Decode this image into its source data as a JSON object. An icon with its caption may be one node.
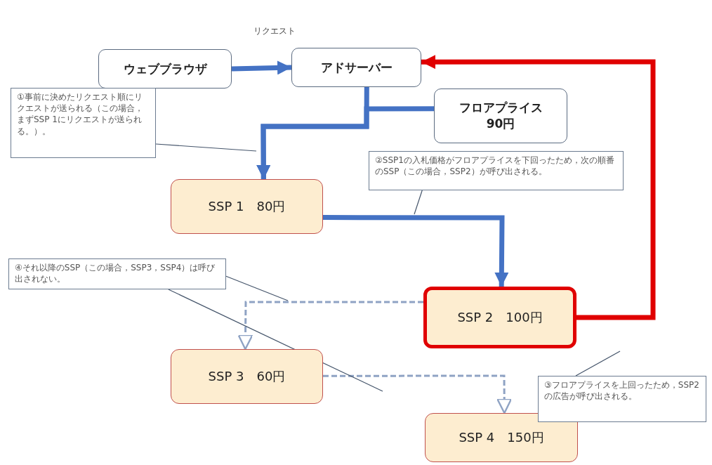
{
  "diagram": {
    "nodes": [
      {
        "text": [
          "ウェブブラウザ"
        ]
      },
      {
        "text": [
          "アドサーバー"
        ]
      },
      {
        "text": [
          "フロアプライス",
          "90円"
        ]
      },
      {
        "text": [
          "SSP 1　80円"
        ]
      },
      {
        "text": [
          "SSP 2　100円"
        ]
      },
      {
        "text": [
          "SSP 3　60円"
        ]
      },
      {
        "text": [
          "SSP 4　150円"
        ]
      },
      {
        "text": [
          "①事前に決めたリクエスト順にリクエストが送られる（この場合，まずSSP 1にリクエストが送られる。）。"
        ]
      },
      {
        "text": [
          "②SSP1の入札価格がフロアプライスを下回ったため，次の順番のSSP（この場合，SSP2）が呼び出される。"
        ]
      },
      {
        "text": [
          "③フロアプライスを上回ったため，SSP2の広告が呼び出される。"
        ]
      },
      {
        "text": [
          "④それ以降のSSP（この場合，SSP3，SSP4）は呼び出されない。"
        ]
      }
    ],
    "edges": [
      {
        "from": 0,
        "to": 1,
        "arrow": "to",
        "label": "リクエスト",
        "style": "thick"
      },
      {
        "from": 1,
        "to": 3,
        "arrow": "to",
        "style": "thick"
      },
      {
        "from": 2,
        "to": 3,
        "arrow": "to",
        "style": "thick"
      },
      {
        "from": 3,
        "to": 4,
        "arrow": "to",
        "style": "thick"
      },
      {
        "from": 4,
        "to": 1,
        "arrow": "to",
        "style": "thick",
        "color": "#e00000"
      },
      {
        "from": 4,
        "to": 5,
        "arrow": "to",
        "style": "dashed",
        "color": "#8fa3c4"
      },
      {
        "from": 5,
        "to": 6,
        "arrow": "to",
        "style": "dashed",
        "color": "#8fa3c4"
      },
      {
        "from": 7,
        "to": null,
        "arrow": "none",
        "color": "#44546a"
      },
      {
        "from": 8,
        "to": null,
        "arrow": "none",
        "color": "#44546a"
      },
      {
        "from": 9,
        "to": null,
        "arrow": "none",
        "color": "#44546a"
      },
      {
        "from": 10,
        "to": null,
        "arrow": "none",
        "color": "#44546a"
      },
      {
        "from": 10,
        "to": null,
        "arrow": "none",
        "color": "#44546a"
      }
    ]
  }
}
